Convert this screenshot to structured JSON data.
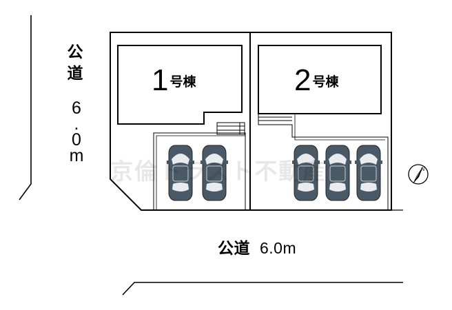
{
  "roads": {
    "west": {
      "label_chars": [
        "公",
        "道"
      ],
      "width_chars": [
        "6",
        ".",
        "0",
        "m"
      ]
    },
    "south": {
      "label": "公道",
      "width": "6.0m"
    }
  },
  "houses": [
    {
      "number": "1",
      "suffix": "号棟"
    },
    {
      "number": "2",
      "suffix": "号棟"
    }
  ],
  "watermark": "京倫トラスト不動産",
  "compass_north": "N",
  "parking": {
    "lot1_cars": 2,
    "lot2_cars": 3
  },
  "colors": {
    "car_body": "#4a5966",
    "car_window": "#e8ecef",
    "line": "#000000"
  }
}
